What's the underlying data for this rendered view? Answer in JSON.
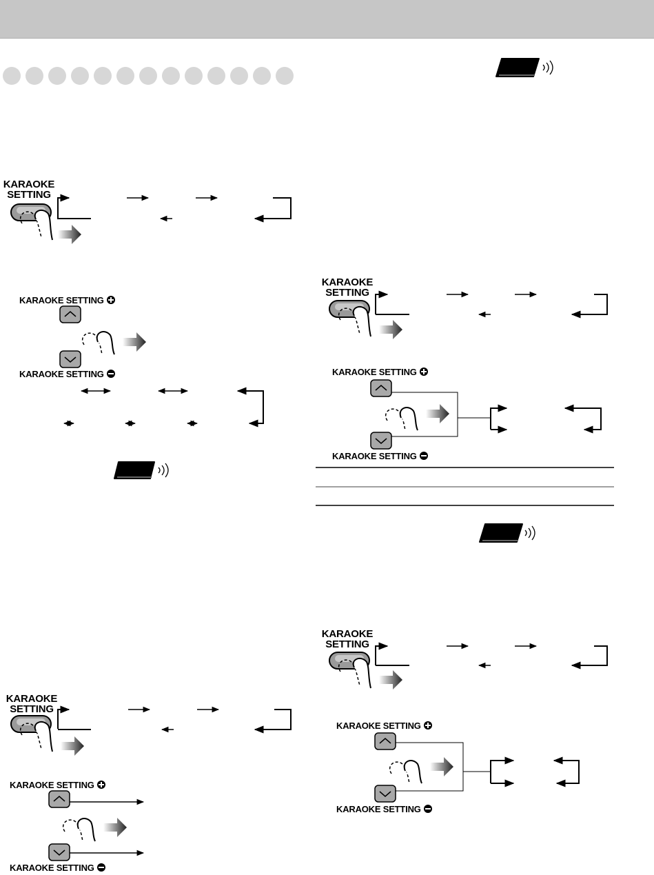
{
  "header": {
    "band_color": "#c6c6c6"
  },
  "section_dots": {
    "count": 13,
    "color": "#d7d7d7"
  },
  "button_labels": {
    "karaoke_line1": "KARAOKE",
    "karaoke_line2": "SETTING",
    "karaoke_plus": "KARAOKE SETTING",
    "karaoke_minus": "KARAOKE SETTING"
  },
  "icons": {
    "remote": "remote-control-icon",
    "finger": "finger-press-icon",
    "up": "chevron-up-icon",
    "down": "chevron-down-icon",
    "plus": "plus-circle-icon",
    "minus": "minus-circle-icon"
  }
}
